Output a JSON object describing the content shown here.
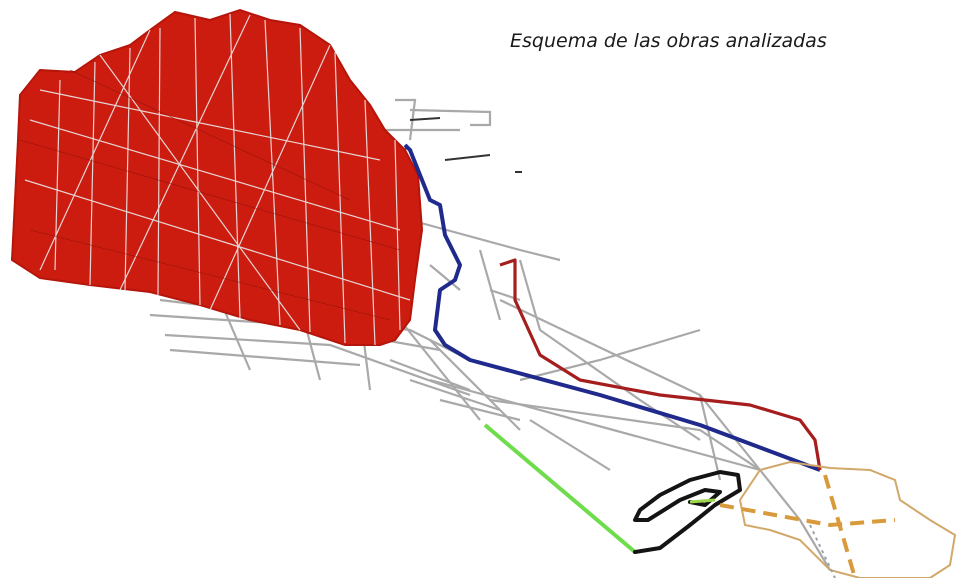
{
  "caption": "Esquema de las obras analizadas",
  "colors": {
    "ore_body": "#cc1c10",
    "existing_workings": "#a9a9a9",
    "blue_route": "#1f2a8c",
    "red_route": "#a51d1d",
    "green_route": "#6fdc4c",
    "black_ramp": "#141414",
    "surface_outline": "#d2a86a",
    "dashed_link": "#d99a3c"
  },
  "icons": [
    "ore-body-mesh",
    "mine-workings-network",
    "access-routes",
    "surface-boundary"
  ]
}
